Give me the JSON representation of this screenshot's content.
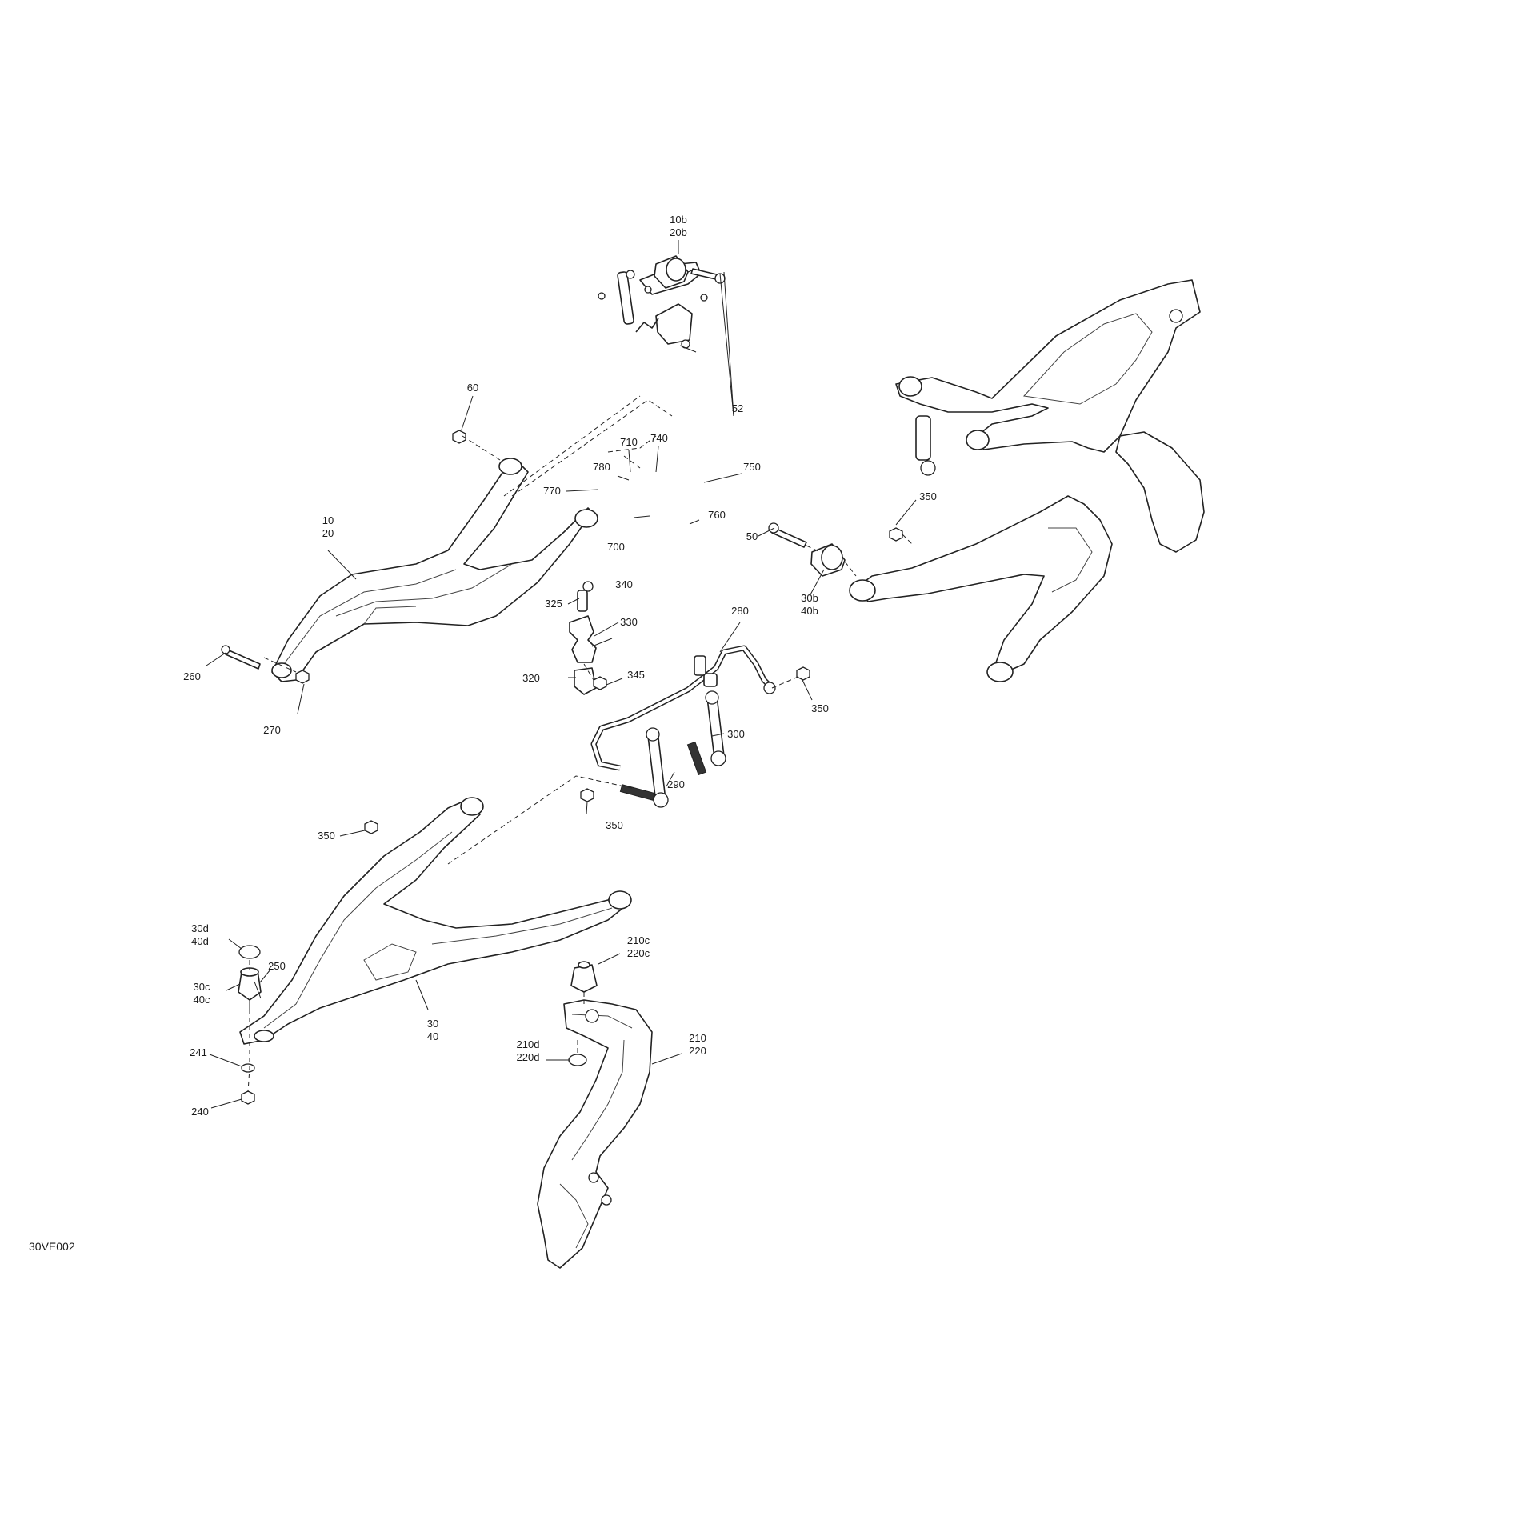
{
  "diagram": {
    "reference": "30VE002",
    "callouts": [
      {
        "id": "c-10b-20b",
        "lines": [
          "10b",
          "20b"
        ]
      },
      {
        "id": "c-60",
        "lines": [
          "60"
        ]
      },
      {
        "id": "c-52",
        "lines": [
          "52"
        ]
      },
      {
        "id": "c-710",
        "lines": [
          "710"
        ]
      },
      {
        "id": "c-740",
        "lines": [
          "740"
        ]
      },
      {
        "id": "c-780",
        "lines": [
          "780"
        ]
      },
      {
        "id": "c-750",
        "lines": [
          "750"
        ]
      },
      {
        "id": "c-770",
        "lines": [
          "770"
        ]
      },
      {
        "id": "c-10-20",
        "lines": [
          "10",
          "20"
        ]
      },
      {
        "id": "c-760",
        "lines": [
          "760"
        ]
      },
      {
        "id": "c-700",
        "lines": [
          "700"
        ]
      },
      {
        "id": "c-350-a",
        "lines": [
          "350"
        ]
      },
      {
        "id": "c-50",
        "lines": [
          "50"
        ]
      },
      {
        "id": "c-30b-40b",
        "lines": [
          "30b",
          "40b"
        ]
      },
      {
        "id": "c-340",
        "lines": [
          "340"
        ]
      },
      {
        "id": "c-325",
        "lines": [
          "325"
        ]
      },
      {
        "id": "c-330",
        "lines": [
          "330"
        ]
      },
      {
        "id": "c-280",
        "lines": [
          "280"
        ]
      },
      {
        "id": "c-260",
        "lines": [
          "260"
        ]
      },
      {
        "id": "c-320",
        "lines": [
          "320"
        ]
      },
      {
        "id": "c-345",
        "lines": [
          "345"
        ]
      },
      {
        "id": "c-350-b",
        "lines": [
          "350"
        ]
      },
      {
        "id": "c-270",
        "lines": [
          "270"
        ]
      },
      {
        "id": "c-300",
        "lines": [
          "300"
        ]
      },
      {
        "id": "c-290",
        "lines": [
          "290"
        ]
      },
      {
        "id": "c-350-c",
        "lines": [
          "350"
        ]
      },
      {
        "id": "c-350-d",
        "lines": [
          "350"
        ]
      },
      {
        "id": "c-30d-40d",
        "lines": [
          "30d",
          "40d"
        ]
      },
      {
        "id": "c-210c-220c",
        "lines": [
          "210c",
          "220c"
        ]
      },
      {
        "id": "c-250",
        "lines": [
          "250"
        ]
      },
      {
        "id": "c-30c-40c",
        "lines": [
          "30c",
          "40c"
        ]
      },
      {
        "id": "c-30-40",
        "lines": [
          "30",
          "40"
        ]
      },
      {
        "id": "c-210-220",
        "lines": [
          "210",
          "220"
        ]
      },
      {
        "id": "c-210d-220d",
        "lines": [
          "210d",
          "220d"
        ]
      },
      {
        "id": "c-241",
        "lines": [
          "241"
        ]
      },
      {
        "id": "c-240",
        "lines": [
          "240"
        ]
      }
    ]
  }
}
